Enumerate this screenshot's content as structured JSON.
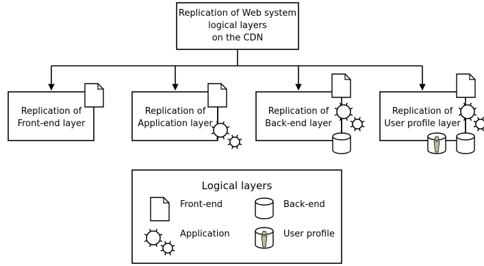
{
  "root": {
    "lines": [
      "Replication of Web system",
      "logical layers",
      "on the CDN"
    ]
  },
  "children": [
    {
      "lines": [
        "Replication of",
        "Front-end layer"
      ]
    },
    {
      "lines": [
        "Replication of",
        "Application layer"
      ]
    },
    {
      "lines": [
        "Replication of",
        "Back-end layer"
      ]
    },
    {
      "lines": [
        "Replication of",
        "User profile layer"
      ]
    }
  ],
  "legend": {
    "title": "Logical layers",
    "items": {
      "frontend": "Front-end",
      "backend": "Back-end",
      "application": "Application",
      "userprofile": "User profile"
    }
  },
  "icons": [
    "document-icon",
    "gear-icon",
    "database-icon",
    "user-profile-icon"
  ]
}
